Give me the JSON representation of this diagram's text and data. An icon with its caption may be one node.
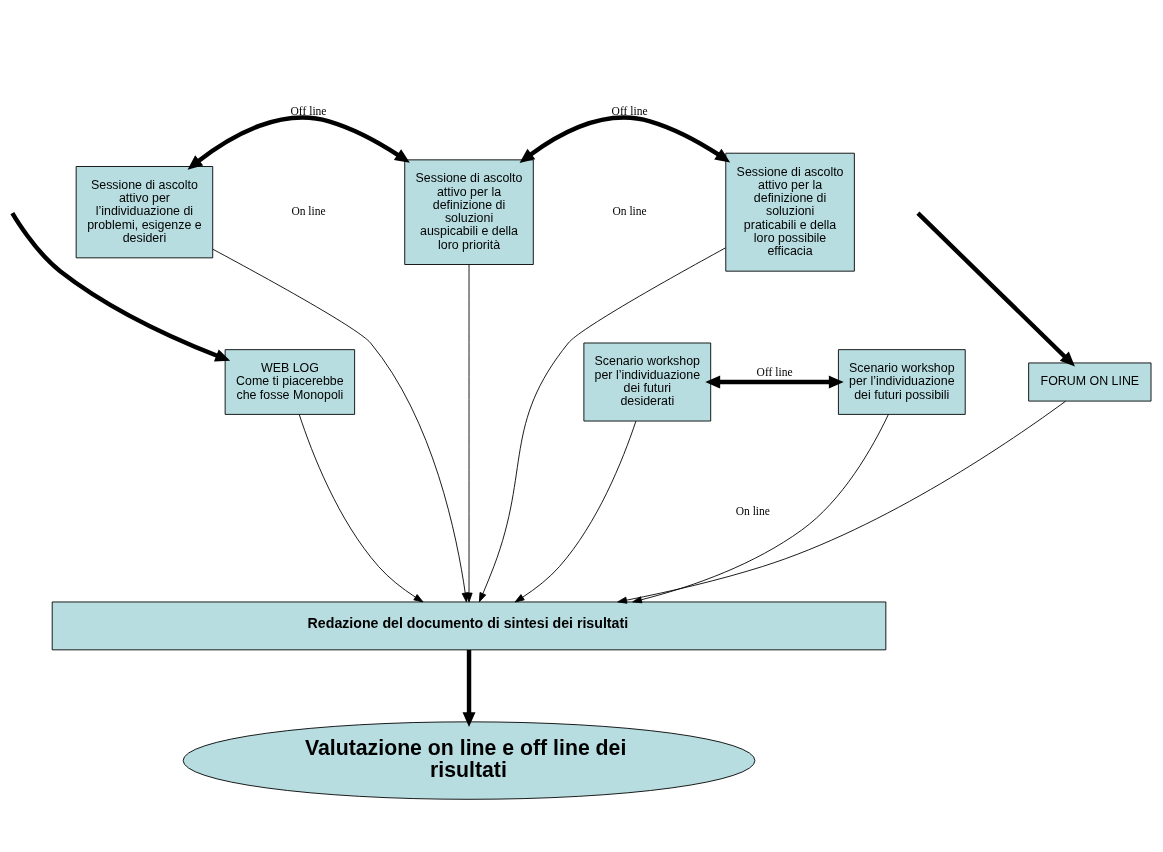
{
  "diagram": {
    "nodes": [
      {
        "text": [
          "Sessione di ascolto attivo per l’individuazione di problemi, esigenze e desideri"
        ]
      },
      {
        "text": [
          "Sessione di ascolto attivo per la definizione di soluzioni auspicabili e della loro priorità"
        ]
      },
      {
        "text": [
          "Sessione di ascolto attivo per la definizione di soluzioni praticabili e della loro possibile efficacia"
        ]
      },
      {
        "text": [
          "Scenario workshop per l’individuazione dei futuri desiderati"
        ]
      },
      {
        "text": [
          "Scenario workshop per l’individuazione dei futuri possibili"
        ]
      },
      {
        "text": [
          "WEB LOG",
          "Come ti piacerebbe che fosse Monopoli"
        ]
      },
      {
        "text": [
          "FORUM ON LINE"
        ]
      },
      {
        "text": [
          "Redazione del documento di sintesi dei risultati"
        ]
      },
      {
        "text": [
          "Valutazione on line e off line dei risultati"
        ]
      }
    ],
    "edges": [
      {
        "from": 0,
        "to": 1,
        "arrow": "both",
        "label": "Off line",
        "style": "thick"
      },
      {
        "from": 1,
        "to": 2,
        "arrow": "both",
        "label": "Off line",
        "style": "thick"
      },
      {
        "from": 3,
        "to": 4,
        "arrow": "both",
        "label": "Off line",
        "style": "thick"
      },
      {
        "from": null,
        "to": 5,
        "arrow": "to",
        "style": "thick"
      },
      {
        "from": null,
        "to": 6,
        "arrow": "to",
        "style": "thick"
      },
      {
        "from": 5,
        "to": 7,
        "arrow": "to"
      },
      {
        "from": 0,
        "to": 7,
        "arrow": "to"
      },
      {
        "from": 3,
        "to": 7,
        "arrow": "to"
      },
      {
        "from": 1,
        "to": 7,
        "arrow": "to"
      },
      {
        "from": 4,
        "to": 7,
        "arrow": "to"
      },
      {
        "from": 2,
        "to": 7,
        "arrow": "to"
      },
      {
        "from": 6,
        "to": 7,
        "arrow": "to"
      },
      {
        "from": 7,
        "to": 8,
        "arrow": "to",
        "style": "thick"
      }
    ],
    "labels": [
      "On line",
      "On line",
      "On line"
    ]
  }
}
